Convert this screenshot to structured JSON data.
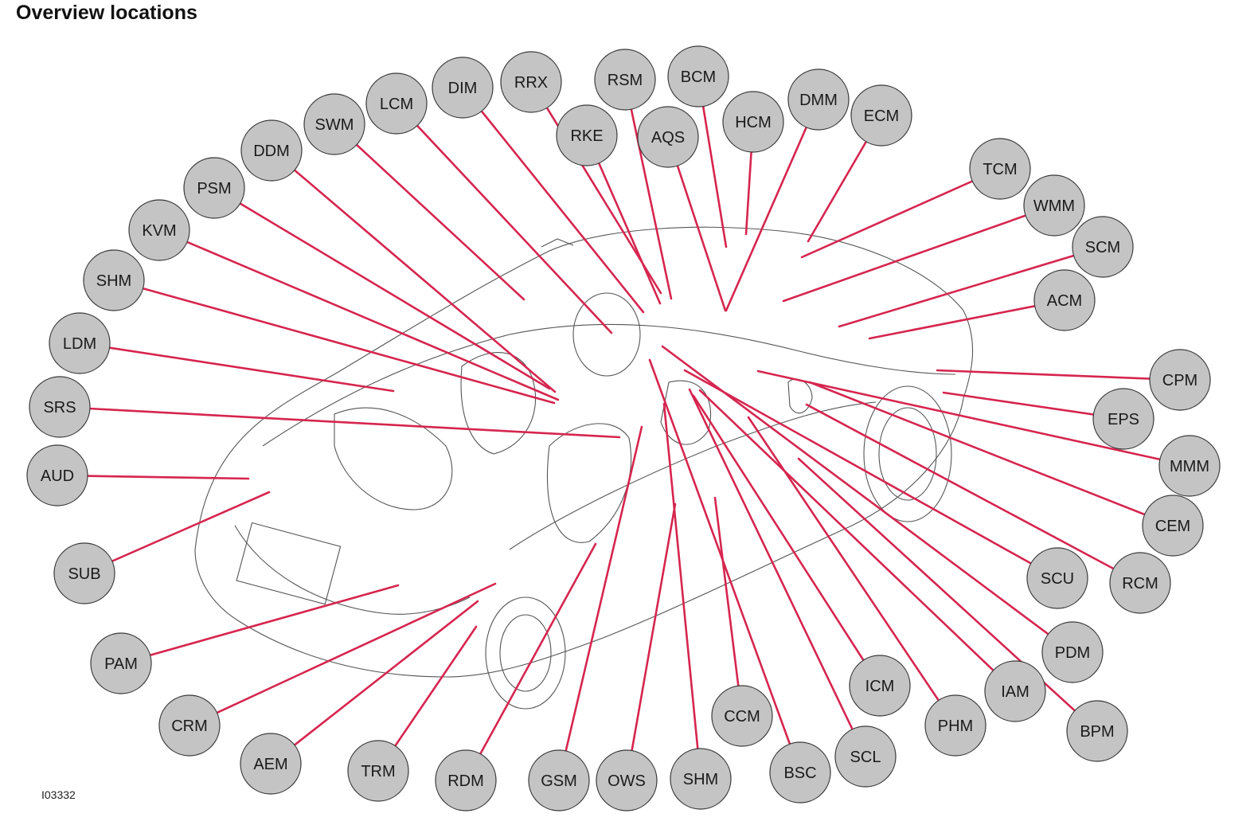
{
  "title": "Overview locations",
  "figure_id": "I03332",
  "colors": {
    "leader_line": "#d6254f",
    "badge_fill": "#c4c4c4",
    "badge_border": "#3a3a3a",
    "car_outline": "#555555"
  },
  "modules": [
    "DIM",
    "RRX",
    "RSM",
    "BCM",
    "LCM",
    "SWM",
    "RKE",
    "AQS",
    "HCM",
    "DMM",
    "ECM",
    "DDM",
    "PSM",
    "TCM",
    "WMM",
    "KVM",
    "SCM",
    "SHM",
    "ACM",
    "LDM",
    "CPM",
    "SRS",
    "EPS",
    "MMM",
    "AUD",
    "CEM",
    "SUB",
    "SCU",
    "RCM",
    "PDM",
    "PAM",
    "ICM",
    "IAM",
    "CRM",
    "CCM",
    "PHM",
    "BPM",
    "AEM",
    "TRM",
    "RDM",
    "GSM",
    "OWS",
    "SHM",
    "BSC",
    "SCL"
  ]
}
